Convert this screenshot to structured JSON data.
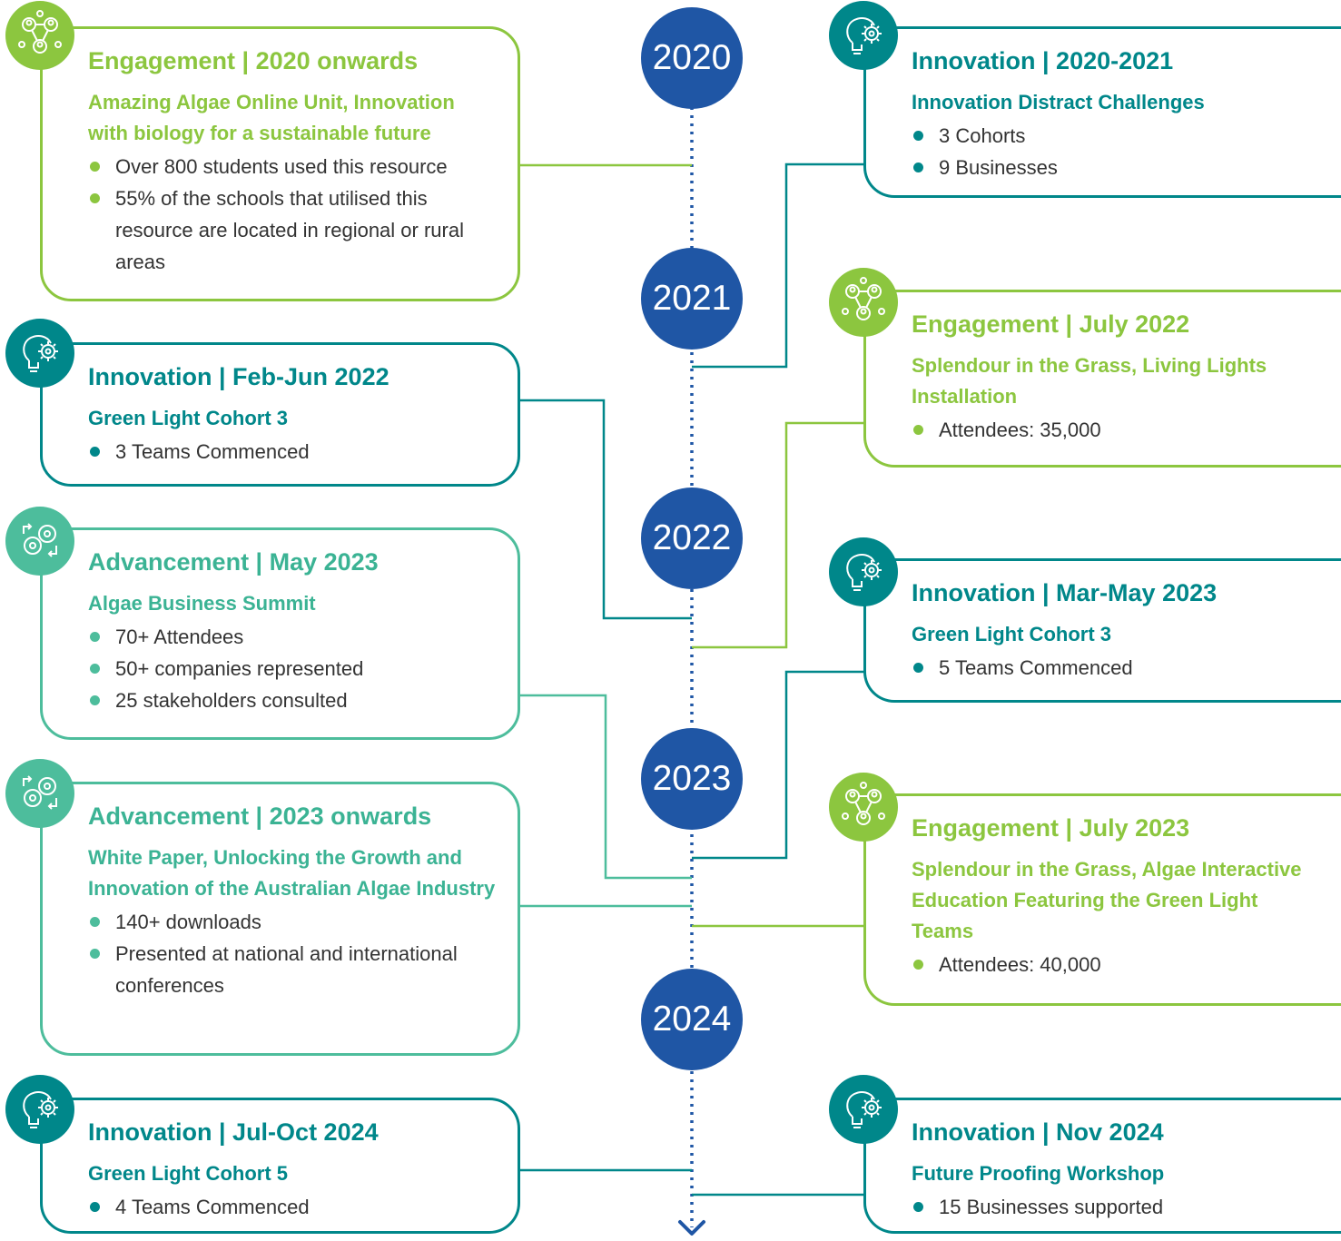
{
  "years": [
    "2020",
    "2021",
    "2022",
    "2023",
    "2024"
  ],
  "colors": {
    "timeline": "#1f56a5",
    "engagement": "#8cc63f",
    "innovation": "#00878a",
    "advancement": "#4dbd9c"
  },
  "cards": {
    "c1": {
      "category": "engagement",
      "icon": "network-people-icon",
      "title": "Engagement | 2020 onwards",
      "subtitle": "Amazing Algae Online Unit, Innovation with biology for a sustainable future",
      "items": [
        "Over 800 students used this resource",
        "55% of the schools that utilised this resource are located in regional or rural areas"
      ]
    },
    "c2": {
      "category": "innovation",
      "icon": "lightbulb-gear-icon",
      "title": "Innovation | 2020-2021",
      "subtitle": "Innovation Distract Challenges",
      "items": [
        "3 Cohorts",
        "9 Businesses"
      ]
    },
    "c3": {
      "category": "engagement",
      "icon": "network-people-icon",
      "title": "Engagement | July 2022",
      "subtitle": "Splendour in the Grass, Living Lights Installation",
      "items": [
        "Attendees: 35,000"
      ]
    },
    "c4": {
      "category": "innovation",
      "icon": "lightbulb-gear-icon",
      "title": "Innovation | Feb-Jun 2022",
      "subtitle": "Green Light Cohort 3",
      "items": [
        "3 Teams Commenced"
      ]
    },
    "c5": {
      "category": "advancement",
      "icon": "minds-exchange-icon",
      "title": "Advancement | May 2023",
      "subtitle": "Algae Business Summit",
      "items": [
        "70+ Attendees",
        "50+ companies represented",
        "25 stakeholders consulted"
      ]
    },
    "c6": {
      "category": "innovation",
      "icon": "lightbulb-gear-icon",
      "title": "Innovation | Mar-May 2023",
      "subtitle": "Green Light Cohort 3",
      "items": [
        "5 Teams Commenced"
      ]
    },
    "c7": {
      "category": "advancement",
      "icon": "minds-exchange-icon",
      "title": "Advancement | 2023 onwards",
      "subtitle": "White Paper, Unlocking the Growth and Innovation of the Australian Algae Industry",
      "items": [
        "140+ downloads",
        "Presented at national and international conferences"
      ]
    },
    "c8": {
      "category": "engagement",
      "icon": "network-people-icon",
      "title": "Engagement | July 2023",
      "subtitle": "Splendour in the Grass, Algae Interactive Education Featuring the Green Light Teams",
      "items": [
        "Attendees: 40,000"
      ]
    },
    "c9": {
      "category": "innovation",
      "icon": "lightbulb-gear-icon",
      "title": "Innovation | Jul-Oct 2024",
      "subtitle": "Green Light Cohort 5",
      "items": [
        "4 Teams Commenced"
      ]
    },
    "c10": {
      "category": "innovation",
      "icon": "lightbulb-gear-icon",
      "title": "Innovation | Nov 2024",
      "subtitle": "Future Proofing Workshop",
      "items": [
        "15 Businesses supported"
      ]
    }
  }
}
